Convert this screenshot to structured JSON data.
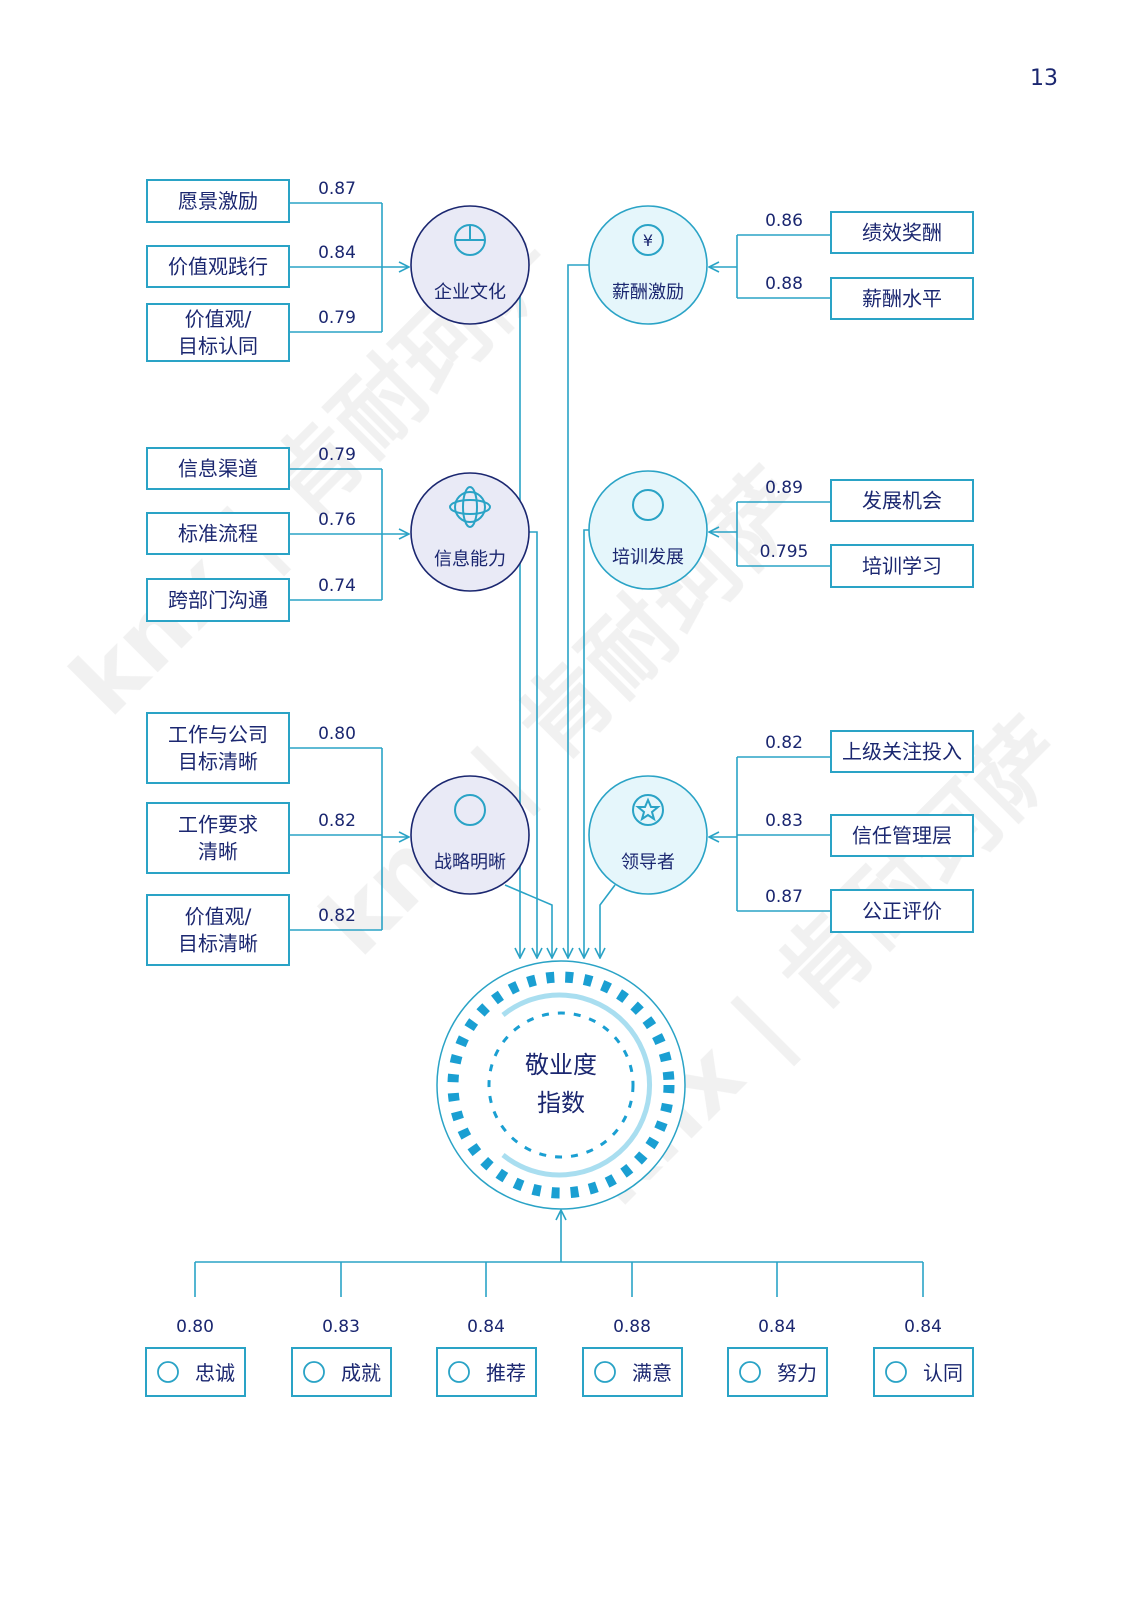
{
  "page_number": "13",
  "center": {
    "line1": "敬业度",
    "line2": "指数"
  },
  "drivers": [
    {
      "name": "企业文化",
      "icon": "handshake-globe-icon",
      "side": "left",
      "factors": [
        {
          "label": [
            "愿景激励"
          ],
          "value": "0.87"
        },
        {
          "label": [
            "价值观践行"
          ],
          "value": "0.84"
        },
        {
          "label": [
            "价值观/",
            "目标认同"
          ],
          "value": "0.79"
        }
      ]
    },
    {
      "name": "信息能力",
      "icon": "atom-icon",
      "side": "left",
      "factors": [
        {
          "label": [
            "信息渠道"
          ],
          "value": "0.79"
        },
        {
          "label": [
            "标准流程"
          ],
          "value": "0.76"
        },
        {
          "label": [
            "跨部门沟通"
          ],
          "value": "0.74"
        }
      ]
    },
    {
      "name": "战略明晰",
      "icon": "chess-knight-icon",
      "side": "left",
      "factors": [
        {
          "label": [
            "工作与公司",
            "目标清晰"
          ],
          "value": "0.80"
        },
        {
          "label": [
            "工作要求",
            "清晰"
          ],
          "value": "0.82"
        },
        {
          "label": [
            "价值观/",
            "目标清晰"
          ],
          "value": "0.82"
        }
      ]
    },
    {
      "name": "薪酬激励",
      "icon": "yen-hand-icon",
      "side": "right",
      "factors": [
        {
          "label": [
            "绩效奖酬"
          ],
          "value": "0.86"
        },
        {
          "label": [
            "薪酬水平"
          ],
          "value": "0.88"
        }
      ]
    },
    {
      "name": "培训发展",
      "icon": "presentation-board-icon",
      "side": "right",
      "factors": [
        {
          "label": [
            "发展机会"
          ],
          "value": "0.89"
        },
        {
          "label": [
            "培训学习"
          ],
          "value": "0.795"
        }
      ]
    },
    {
      "name": "领导者",
      "icon": "leader-star-icon",
      "side": "right",
      "factors": [
        {
          "label": [
            "上级关注投入"
          ],
          "value": "0.82"
        },
        {
          "label": [
            "信任管理层"
          ],
          "value": "0.83"
        },
        {
          "label": [
            "公正评价"
          ],
          "value": "0.87"
        }
      ]
    }
  ],
  "outcomes": [
    {
      "label": "忠诚",
      "value": "0.80",
      "icon": "heart-icon"
    },
    {
      "label": "成就",
      "value": "0.83",
      "icon": "flag-mountain-icon"
    },
    {
      "label": "推荐",
      "value": "0.84",
      "icon": "people-group-icon"
    },
    {
      "label": "满意",
      "value": "0.88",
      "icon": "thumbs-up-icon"
    },
    {
      "label": "努力",
      "value": "0.84",
      "icon": "running-person-icon"
    },
    {
      "label": "认同",
      "value": "0.84",
      "icon": "handshake-icon"
    }
  ],
  "watermark": "knx | 肯耐珂萨®",
  "colors": {
    "navy": "#1b2770",
    "teal": "#2aa3c6",
    "left_circle": "#e9eaf6",
    "right_circle": "#e5f6fb"
  }
}
